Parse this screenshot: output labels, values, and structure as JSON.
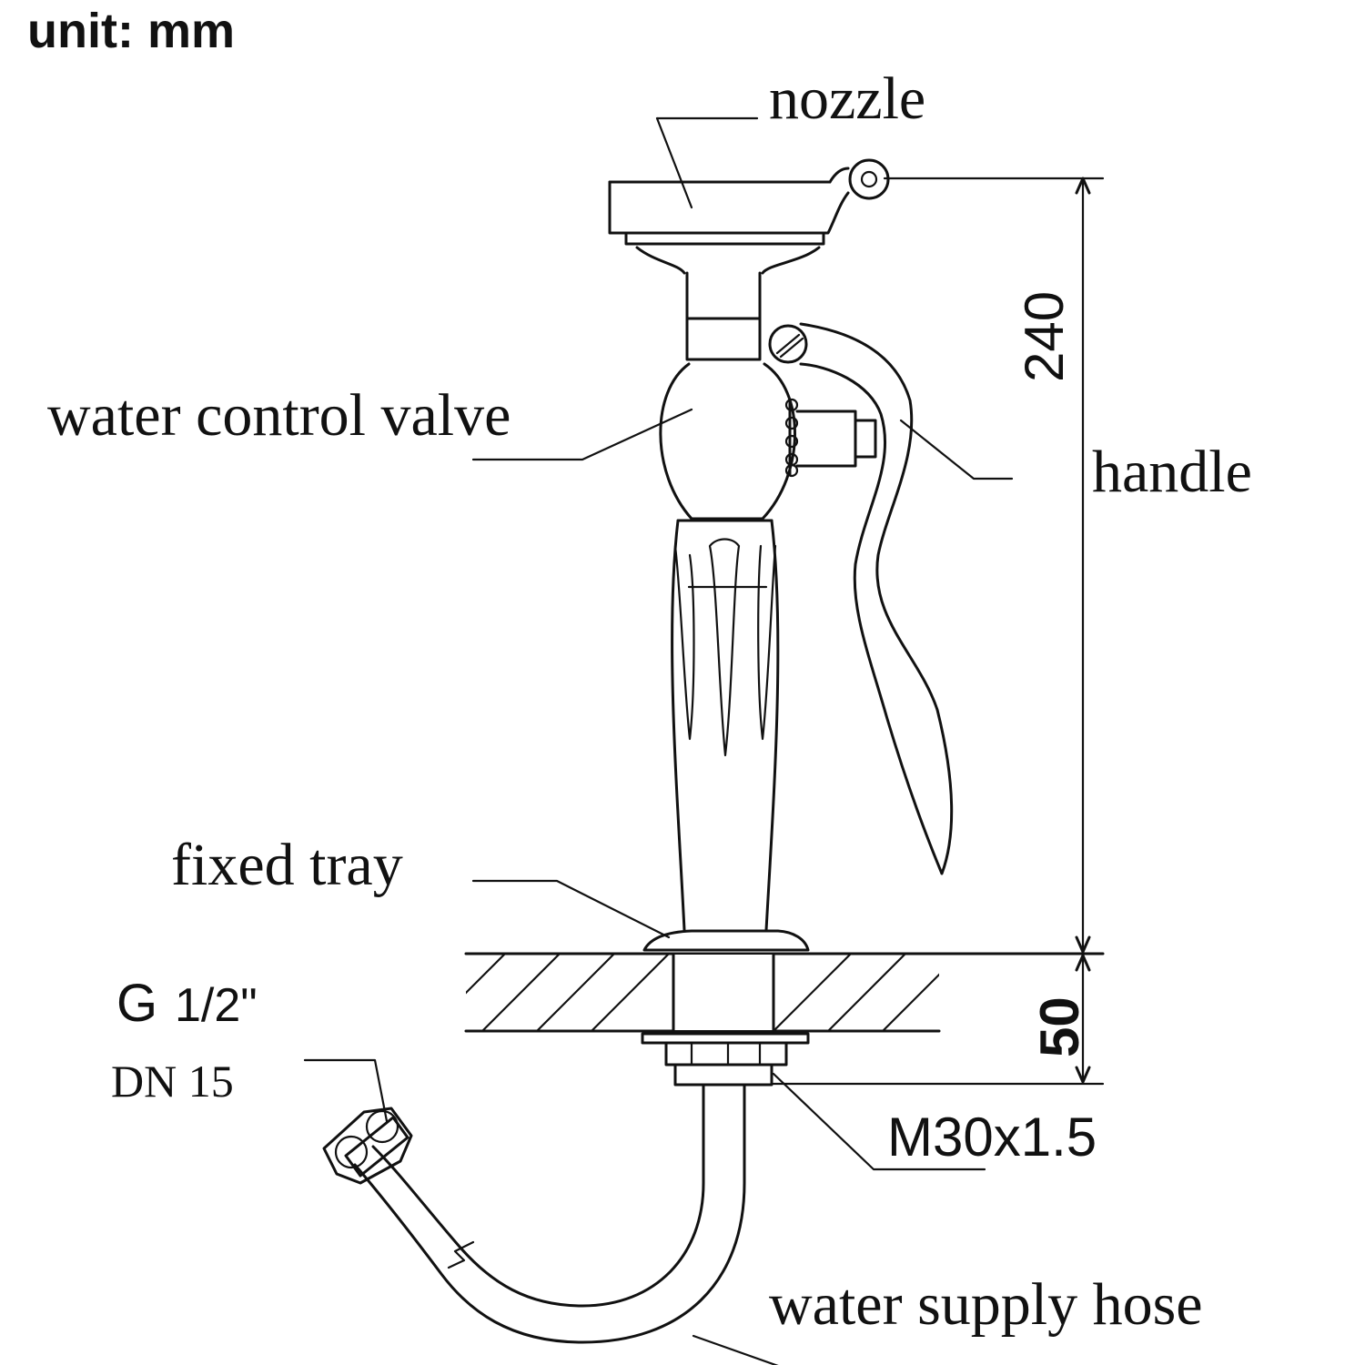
{
  "unit_label": "unit: mm",
  "labels": {
    "nozzle": "nozzle",
    "water_control_valve": "water control valve",
    "handle": "handle",
    "fixed_tray": "fixed tray",
    "thread_size": "M30x1.5",
    "pipe_g": "G",
    "pipe_fraction": "1/2\"",
    "pipe_dn": "DN 15",
    "water_supply_hose": "water supply hose"
  },
  "dimensions": {
    "height_above_counter": "240",
    "counter_thickness": "50"
  }
}
